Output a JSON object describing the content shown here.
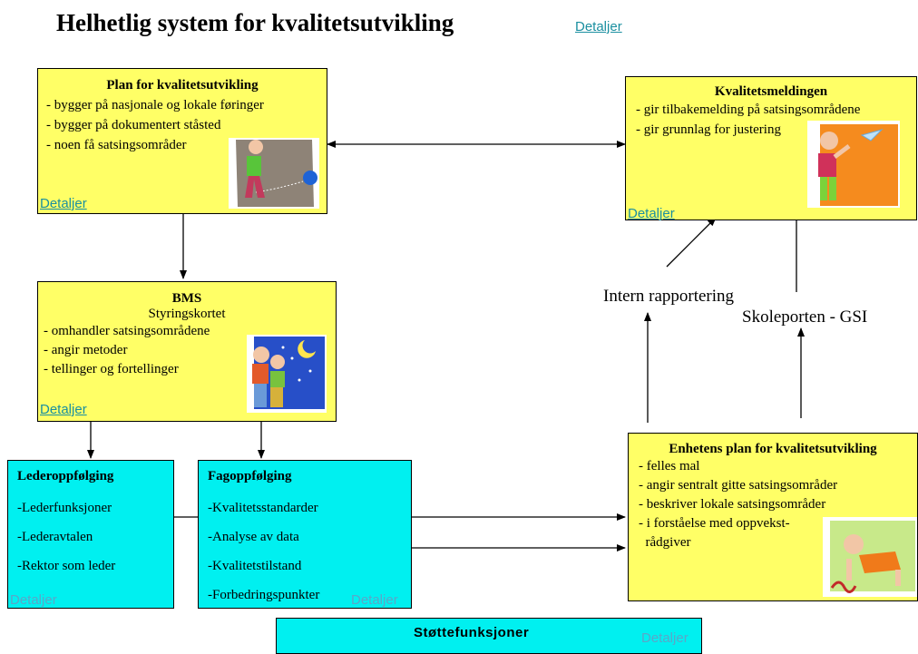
{
  "title": "Helhetlig system for kvalitetsutvikling",
  "details_label": "Detaljer",
  "plan": {
    "title": "Plan for kvalitetsutvikling",
    "items": [
      "- bygger på nasjonale og lokale føringer",
      "- bygger på dokumentert ståsted",
      "- noen få satsingsområder"
    ],
    "link": "Detaljer"
  },
  "kvalitetsmeldingen": {
    "title": "Kvalitetsmeldingen",
    "items": [
      "- gir tilbakemelding på satsingsområdene",
      "- gir grunnlag for justering"
    ],
    "link": "Detaljer"
  },
  "bms": {
    "title": "BMS",
    "subtitle": "Styringskortet",
    "items": [
      "- omhandler satsingsområdene",
      "- angir metoder",
      "- tellinger og fortellinger"
    ],
    "link": "Detaljer"
  },
  "intern_rapportering": "Intern rapportering",
  "skoleporten": "Skoleporten - GSI",
  "lederoppfolging": {
    "title": "Lederoppfølging",
    "items": [
      "-Lederfunksjoner",
      "-Lederavtalen",
      "-Rektor som leder"
    ],
    "link": "Detaljer"
  },
  "fagoppfolging": {
    "title": "Fagoppfølging",
    "items": [
      "-Kvalitetsstandarder",
      "-Analyse av data",
      "-Kvalitetstilstand",
      "-Forbedringspunkter"
    ],
    "link": "Detaljer"
  },
  "enhetens_plan": {
    "title": "Enhetens plan for kvalitetsutvikling",
    "items": [
      "- felles mal",
      "- angir sentralt gitte satsingsområder",
      "- beskriver lokale satsingsområder",
      "- i forståelse med oppvekst-",
      "  rådgiver"
    ]
  },
  "stottefunksjoner": {
    "title": "Støttefunksjoner",
    "link": "Detaljer"
  }
}
